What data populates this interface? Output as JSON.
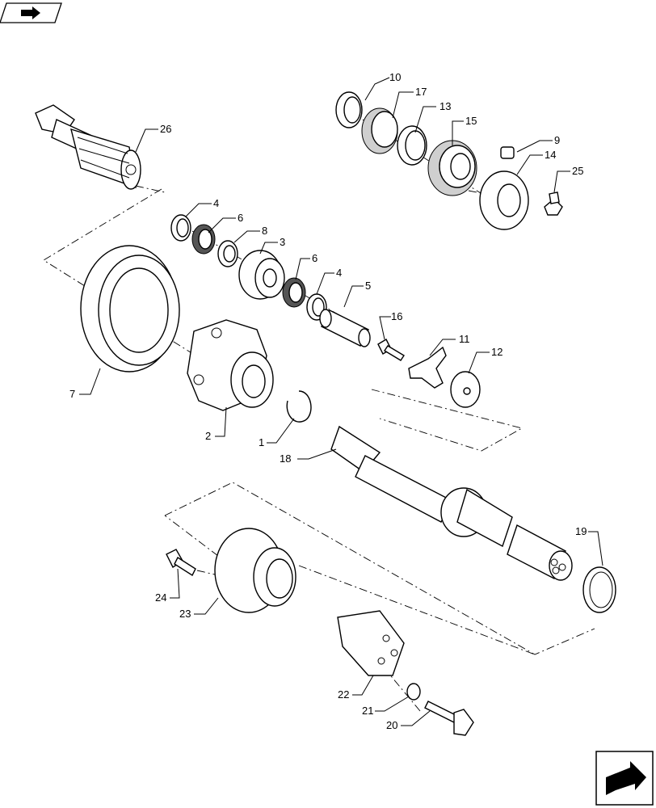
{
  "nav_icons": {
    "top_left": "book-arrow-icon",
    "bottom_right": "next-page-arrow-icon"
  },
  "callouts": [
    {
      "key": "p1",
      "label": "1"
    },
    {
      "key": "p2",
      "label": "2"
    },
    {
      "key": "p3",
      "label": "3"
    },
    {
      "key": "p4a",
      "label": "4"
    },
    {
      "key": "p4b",
      "label": "4"
    },
    {
      "key": "p5",
      "label": "5"
    },
    {
      "key": "p6a",
      "label": "6"
    },
    {
      "key": "p6b",
      "label": "6"
    },
    {
      "key": "p7",
      "label": "7"
    },
    {
      "key": "p8",
      "label": "8"
    },
    {
      "key": "p9",
      "label": "9"
    },
    {
      "key": "p10",
      "label": "10"
    },
    {
      "key": "p11",
      "label": "11"
    },
    {
      "key": "p12",
      "label": "12"
    },
    {
      "key": "p13",
      "label": "13"
    },
    {
      "key": "p14",
      "label": "14"
    },
    {
      "key": "p15",
      "label": "15"
    },
    {
      "key": "p16",
      "label": "16"
    },
    {
      "key": "p17",
      "label": "17"
    },
    {
      "key": "p18",
      "label": "18"
    },
    {
      "key": "p19",
      "label": "19"
    },
    {
      "key": "p20",
      "label": "20"
    },
    {
      "key": "p21",
      "label": "21"
    },
    {
      "key": "p22",
      "label": "22"
    },
    {
      "key": "p23",
      "label": "23"
    },
    {
      "key": "p24",
      "label": "24"
    },
    {
      "key": "p25",
      "label": "25"
    },
    {
      "key": "p26",
      "label": "26"
    }
  ]
}
